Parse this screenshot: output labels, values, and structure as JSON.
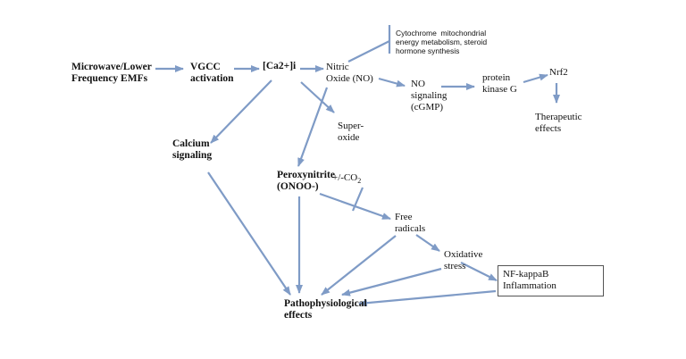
{
  "nodes": {
    "emf": "Microwave/Lower\nFrequency EMFs",
    "vgcc": "VGCC\nactivation",
    "ca": "[Ca2+]i",
    "no": "Nitric\nOxide (NO)",
    "cyto": "Cytochrome  mitochondrial\nenergy metabolism, steroid\nhormone synthesis",
    "nosig": "NO\nsignaling\n(cGMP)",
    "pkg": "protein\nkinase G",
    "nrf2": "Nrf2",
    "thera": "Therapeutic\neffects",
    "superoxide": "Super-\noxide",
    "calsig": "Calcium\nsignaling",
    "perox": "Peroxynitrite\n(ONOO-)",
    "co2": "+/-CO",
    "co2_sub": "2",
    "free": "Free\nradicals",
    "oxstress": "Oxidative\nstress",
    "nfkb": "NF-kappaB\nInflammation",
    "patho": "Pathophysiological\neffects"
  },
  "colors": {
    "arrow": "#7f9bc6",
    "text": "#111111",
    "box": "#555555"
  }
}
